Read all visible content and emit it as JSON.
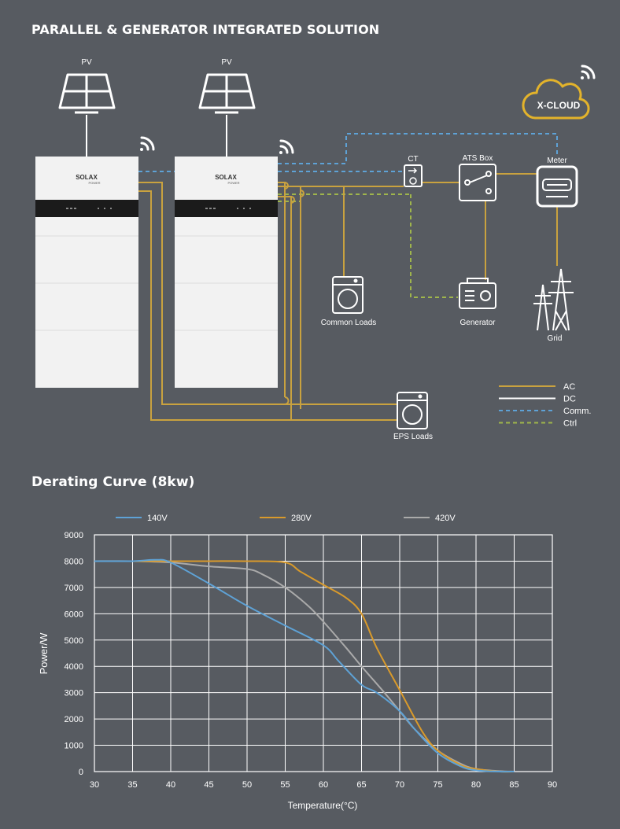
{
  "titles": {
    "main": "PARALLEL & GENERATOR INTEGRATED SOLUTION",
    "derating": "Derating Curve (8kw)"
  },
  "diagram": {
    "pv_label": "PV",
    "brand": "SOLAX",
    "brand_sub": "POWER",
    "cloud_label": "X-CLOUD",
    "ct_label": "CT",
    "ats_label": "ATS Box",
    "meter_label": "Meter",
    "common_loads_label": "Common Loads",
    "generator_label": "Generator",
    "grid_label": "Grid",
    "eps_loads_label": "EPS Loads",
    "legend": [
      {
        "label": "AC",
        "color": "#c9a23f",
        "style": "solid"
      },
      {
        "label": "DC",
        "color": "#ffffff",
        "style": "solid"
      },
      {
        "label": "Comm.",
        "color": "#5ea2d6",
        "style": "dashed"
      },
      {
        "label": "Ctrl",
        "color": "#9fb54c",
        "style": "dashed"
      }
    ]
  },
  "chart_data": {
    "type": "line",
    "xlabel": "Temperature(°C)",
    "ylabel": "Power/W",
    "xlim": [
      30,
      90
    ],
    "ylim": [
      0,
      9000
    ],
    "xticks": [
      30,
      35,
      40,
      45,
      50,
      55,
      60,
      65,
      70,
      75,
      80,
      85,
      90
    ],
    "yticks": [
      0,
      1000,
      2000,
      3000,
      4000,
      5000,
      6000,
      7000,
      8000,
      9000
    ],
    "grid": true,
    "legend_position": "top",
    "series": [
      {
        "name": "140V",
        "color": "#5ea2d6",
        "x": [
          30,
          35,
          38,
          40,
          45,
          50,
          55,
          60,
          62,
          65,
          67,
          70,
          72,
          75,
          78,
          80,
          83,
          85
        ],
        "y": [
          8000,
          8000,
          8050,
          7950,
          7150,
          6300,
          5550,
          4800,
          4200,
          3300,
          3000,
          2300,
          1600,
          700,
          200,
          50,
          0,
          0
        ]
      },
      {
        "name": "280V",
        "color": "#d99a2b",
        "x": [
          30,
          35,
          40,
          45,
          50,
          55,
          57,
          60,
          63,
          65,
          67,
          70,
          73,
          75,
          78,
          80,
          83,
          85
        ],
        "y": [
          8000,
          8000,
          8000,
          8000,
          8000,
          7950,
          7600,
          7100,
          6600,
          6000,
          4700,
          3100,
          1500,
          800,
          250,
          100,
          0,
          0
        ]
      },
      {
        "name": "420V",
        "color": "#aaaaaa",
        "x": [
          30,
          35,
          40,
          45,
          50,
          52,
          55,
          58,
          60,
          63,
          65,
          68,
          70,
          72,
          75,
          78,
          80,
          83,
          85
        ],
        "y": [
          8000,
          8000,
          7950,
          7800,
          7700,
          7500,
          7000,
          6300,
          5700,
          4700,
          4000,
          3000,
          2300,
          1600,
          800,
          300,
          100,
          20,
          0
        ]
      }
    ]
  }
}
